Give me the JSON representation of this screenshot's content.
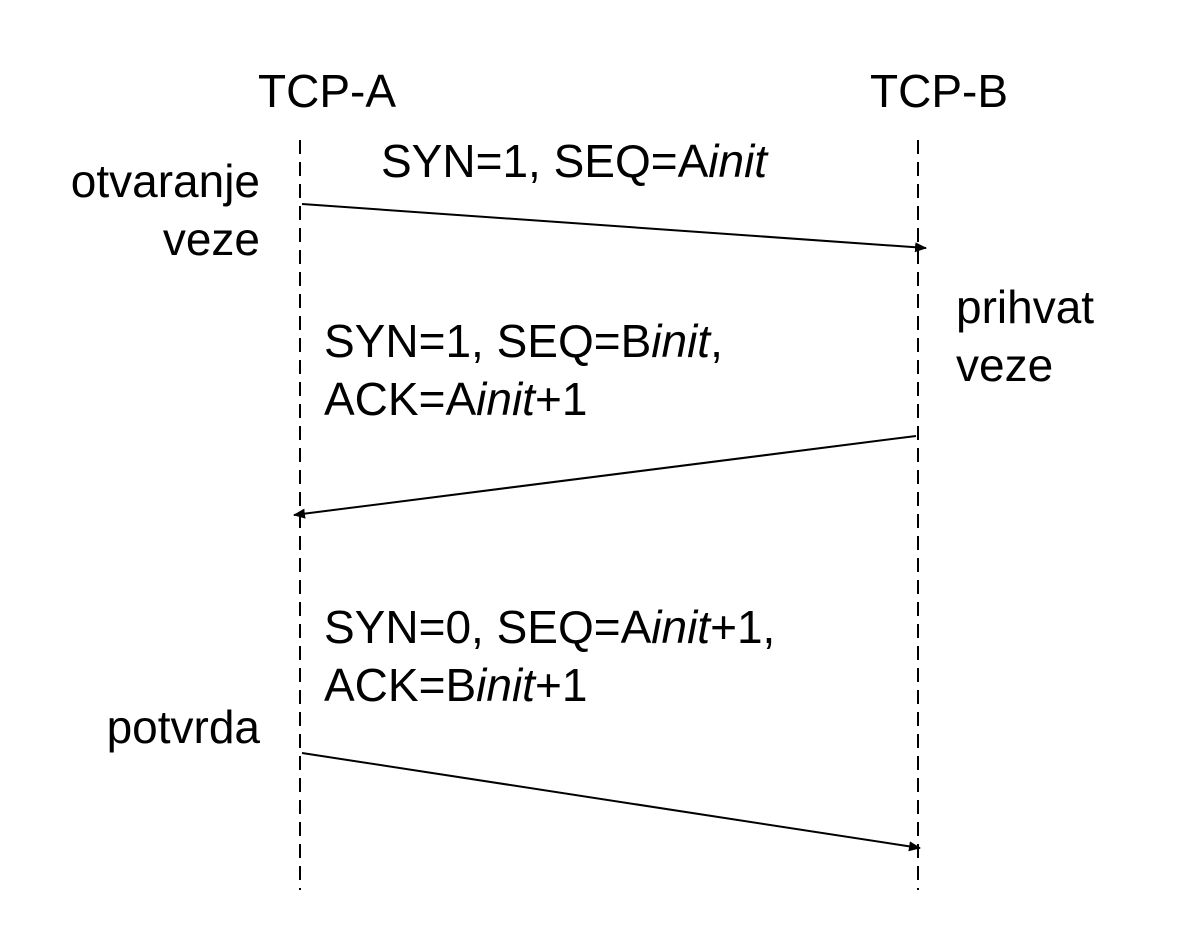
{
  "lifelines": {
    "a": {
      "label": "TCP-A"
    },
    "b": {
      "label": "TCP-B"
    }
  },
  "side_labels": {
    "open": [
      "otvaranje",
      "veze"
    ],
    "accept": [
      "prihvat",
      "veze"
    ],
    "confirm": "potvrda"
  },
  "messages": [
    {
      "direction": "A-to-B",
      "lines": [
        [
          {
            "text": "SYN=1, SEQ=A"
          },
          {
            "text": "init",
            "italic": true
          }
        ]
      ]
    },
    {
      "direction": "B-to-A",
      "lines": [
        [
          {
            "text": "SYN=1, SEQ=B"
          },
          {
            "text": "init",
            "italic": true
          },
          {
            "text": ","
          }
        ],
        [
          {
            "text": "ACK=A"
          },
          {
            "text": "init",
            "italic": true
          },
          {
            "text": "+1"
          }
        ]
      ]
    },
    {
      "direction": "A-to-B",
      "lines": [
        [
          {
            "text": "SYN=0, SEQ=A"
          },
          {
            "text": "init",
            "italic": true
          },
          {
            "text": "+1,"
          }
        ],
        [
          {
            "text": "ACK=B"
          },
          {
            "text": "init",
            "italic": true
          },
          {
            "text": "+1"
          }
        ]
      ]
    }
  ]
}
